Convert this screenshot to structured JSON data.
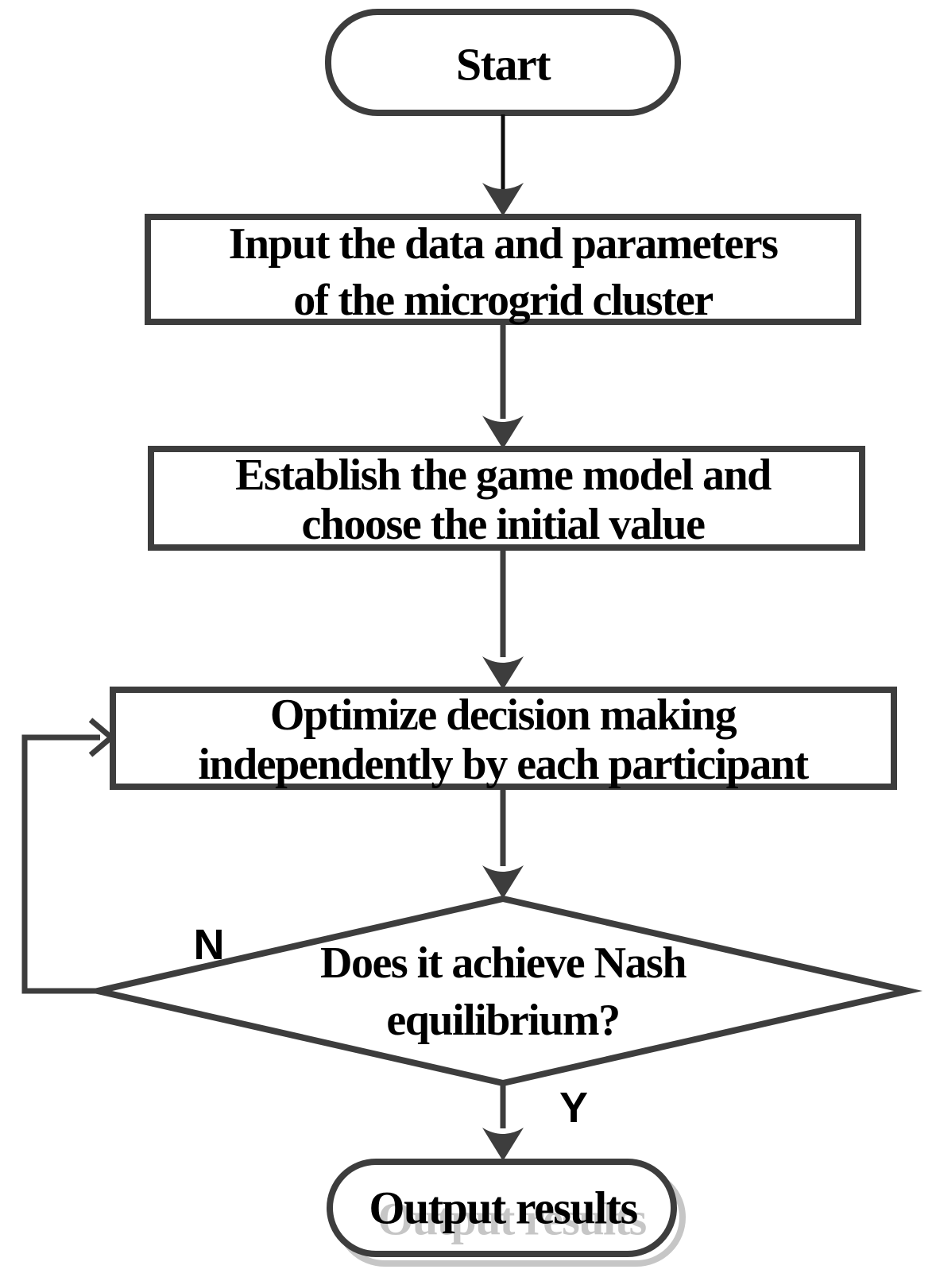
{
  "diagram": {
    "type": "flowchart",
    "background": "#ffffff",
    "colors": {
      "stroke": "#3d3d3d",
      "text": "#000000",
      "shadow": "#c6c6c6",
      "startArrow": "#0d0d0d"
    },
    "nodes": {
      "start": {
        "shape": "terminator",
        "label": "Start"
      },
      "input": {
        "shape": "process",
        "lines": [
          "Input the data and parameters",
          "of the microgrid cluster"
        ]
      },
      "establish": {
        "shape": "process",
        "lines": [
          "Establish the game model and",
          "choose the initial value"
        ]
      },
      "optimize": {
        "shape": "process",
        "lines": [
          "Optimize decision making",
          "independently by each participant"
        ]
      },
      "decision": {
        "shape": "decision",
        "lines": [
          "Does it achieve Nash",
          "equilibrium?"
        ]
      },
      "output": {
        "shape": "terminator",
        "label": "Output results"
      }
    },
    "edge_labels": {
      "no": "N",
      "yes": "Y"
    }
  }
}
